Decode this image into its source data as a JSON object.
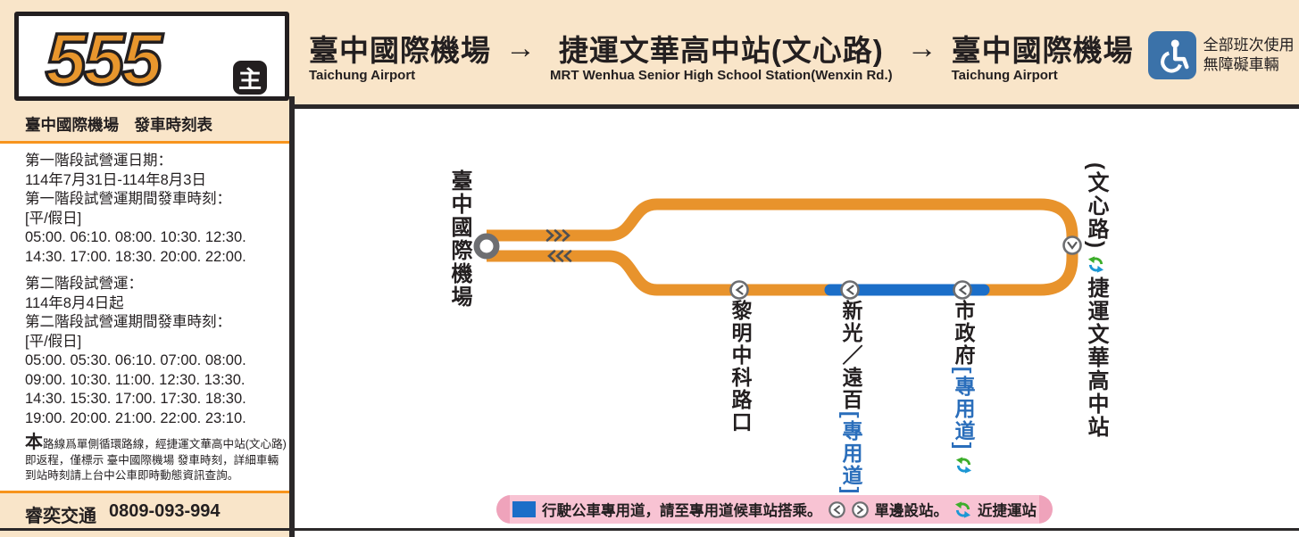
{
  "route": {
    "number": "555",
    "badge": "主"
  },
  "header": {
    "arrow": "→",
    "stops": [
      {
        "zh": "臺中國際機場",
        "en": "Taichung Airport"
      },
      {
        "zh": "捷運文華高中站(文心路)",
        "en": "MRT Wenhua Senior High School Station(Wenxin Rd.)"
      },
      {
        "zh": "臺中國際機場",
        "en": "Taichung Airport"
      }
    ],
    "accessibility": {
      "line1": "全部班次使用",
      "line2": "無障礙車輛"
    }
  },
  "sidebar": {
    "title": "臺中國際機場　發車時刻表",
    "timetable": [
      "第一階段試營運日期：",
      "114年7月31日-114年8月3日",
      "第一階段試營運期間發車時刻：",
      "[平/假日]",
      "05:00. 06:10. 08:00. 10:30. 12:30.",
      "14:30. 17:00. 18:30. 20:00. 22:00.",
      "第二階段試營運：",
      "114年8月4日起",
      "第二階段試營運期間發車時刻：",
      "[平/假日]",
      "05:00. 05:30. 06:10. 07:00. 08:00.",
      "09:00. 10:30. 11:00. 12:30. 13:30.",
      "14:30. 15:30. 17:00. 17:30. 18:30.",
      "19:00. 20:00. 21:00. 22:00. 23:10."
    ],
    "note_first_char": "本",
    "note_rest": "路線爲單側循環路線，經捷運文華高中站(文心路)即返程，僅標示 臺中國際機場 發車時刻，詳細車輛到站時刻請上台中公車即時動態資訊查詢。",
    "operator": "睿奕交通",
    "phone": "0809-093-994"
  },
  "map": {
    "start_station": "臺中國際機場",
    "end_station_sub": "(文心路)",
    "end_station_name": "捷運文華高中站",
    "stations": [
      {
        "name": "黎明中科路口",
        "lane": ""
      },
      {
        "name": "新光／遠百",
        "lane": "[專用道]"
      },
      {
        "name": "市政府",
        "lane": "[專用道]"
      }
    ]
  },
  "legend": {
    "busway_text": "行駛公車專用道，請至專用道候車站搭乘。",
    "oneside_text": "單邊設站。",
    "mrt_text": "近捷運站"
  },
  "colors": {
    "route_orange": "#e8932c",
    "busway_blue": "#1b6ec8",
    "banner_peach": "#f9e5c9",
    "legend_pink": "#f8c3d3",
    "accent_rule_orange": "#f7941d",
    "mrt_green": "#3dae2b",
    "mrt_blue": "#1c97d4",
    "wheelchair_blue": "#3b72a9"
  }
}
